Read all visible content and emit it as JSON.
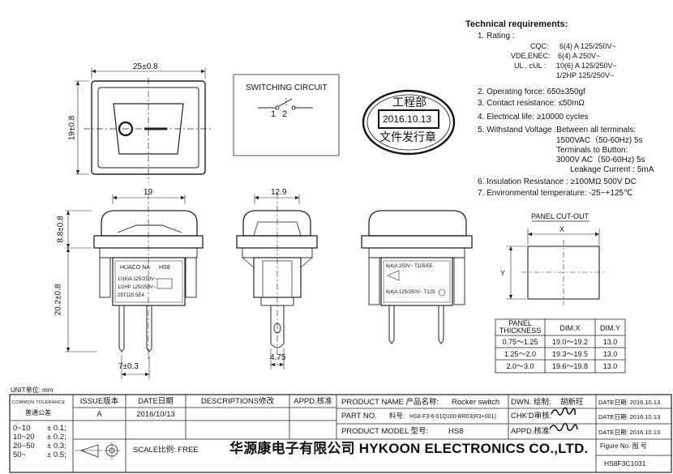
{
  "dimensions": {
    "top_width": "25±0.8",
    "top_height": "19±0.8",
    "front_width": "19",
    "side_width": "12.9",
    "cap_height": "8.8±0.8",
    "body_height": "20.2±0.8",
    "pin_pitch": "7±0.3",
    "tab_width": "4.75"
  },
  "circuit": {
    "title": "SWITCHING CIRCUIT",
    "pin1": "1",
    "pin2": "2"
  },
  "stamp": {
    "dept": "工程部",
    "date": "2016.10.13",
    "text": "文件发行章"
  },
  "front_label": {
    "brand": "HUACO NA",
    "model": "HS8",
    "line1": "10(6)A 125/250V~",
    "line2": "1/2HP 125/250V~",
    "line3": "25T125 5E4"
  },
  "side_label": {
    "line1": "6(4)A 250V~ T105/55",
    "line2": "6(4)A 125/250V~ T125"
  },
  "requirements": {
    "title": "Technical requirements:",
    "rating_label": "1. Rating :",
    "ratings": [
      {
        "std": "CQC:",
        "value": "6(4) A  125/250V~"
      },
      {
        "std": "VDE,ENEC:",
        "value": "6(4) A  250V~"
      },
      {
        "std": "UL , cUL :",
        "value": "10(6) A  125/250V~"
      },
      {
        "std": "",
        "value": "1/2HP  125/250V~"
      }
    ],
    "items": [
      "2. Operating force:  650±350gf",
      "3. Contact resistance:  ≤50mΩ",
      "4. Electrical life:  ≥10000 cycles",
      "5. Withstand Voltage :Between all terminals:",
      "1500VAC（50-60Hz) 5s",
      "Terminals to Button:",
      "3000V AC（50-60Hz) 5s",
      "Leakage Current :  5mA",
      "6. Insulation Resistance  :  ≥100MΩ  500V DC",
      "7. Environmental temperature:  -25~+125℃"
    ]
  },
  "cutout": {
    "title": "PANEL CUT-OUT",
    "x_label": "X",
    "y_label": "Y",
    "headers": [
      "PANEL\nTHICKNESS",
      "DIM.X",
      "DIM.Y"
    ],
    "rows": [
      [
        "0.75～1.25",
        "19.0～19.2",
        "13.0"
      ],
      [
        "1.25～2.0",
        "19.3～19.5",
        "13.0"
      ],
      [
        "2.0～3.0",
        "19.6～19.8",
        "13.0"
      ]
    ]
  },
  "title_block": {
    "unit": "UNIT单位: mm",
    "common_tolerance": "COMMON TOLERANCE",
    "common_tolerance_cn": "普通公差",
    "tolerances": [
      [
        "0~10",
        "± 0.1;"
      ],
      [
        "10~20",
        "± 0.2;"
      ],
      [
        "20~50",
        "± 0.3;"
      ],
      [
        "50~",
        "± 0.5;"
      ]
    ],
    "issue_label": "ISSUE版本",
    "issue": "A",
    "date_label": "DATE日期",
    "date": "2016/10/13",
    "desc_label": "DESCRIPTIONS修改",
    "appd_label": "APPD.核准",
    "scale": "SCALE比例: FREE",
    "product_name_label": "PRODUCT NAME 产品名称:",
    "product_name": "Rocker switch",
    "part_no_label": "PART NO.",
    "part_no_cn": "料号:",
    "part_no": "HS8-F3-6-01Q100-BR03(R3+001)",
    "product_model_label": "PRODUCT MODEL 型号:",
    "product_model": "HS8",
    "company": "华源康电子有限公司  HYKOON ELECTRONICS CO.,LTD.",
    "dwn_label": "DWN. 绘制:",
    "dwn": "胡新旺",
    "chkd_label": "CHK'D审核:",
    "chkd": "",
    "appd2_label": "APPD.核准:",
    "appd2": "",
    "date_rows": [
      "DATE日期: 2016.10.13",
      "DATE日期: 2016.10.13",
      "DATE日期: 2016.10.13"
    ],
    "figure_label": "Figure No.  图 号",
    "figure_no": "HS8F3C1031"
  }
}
